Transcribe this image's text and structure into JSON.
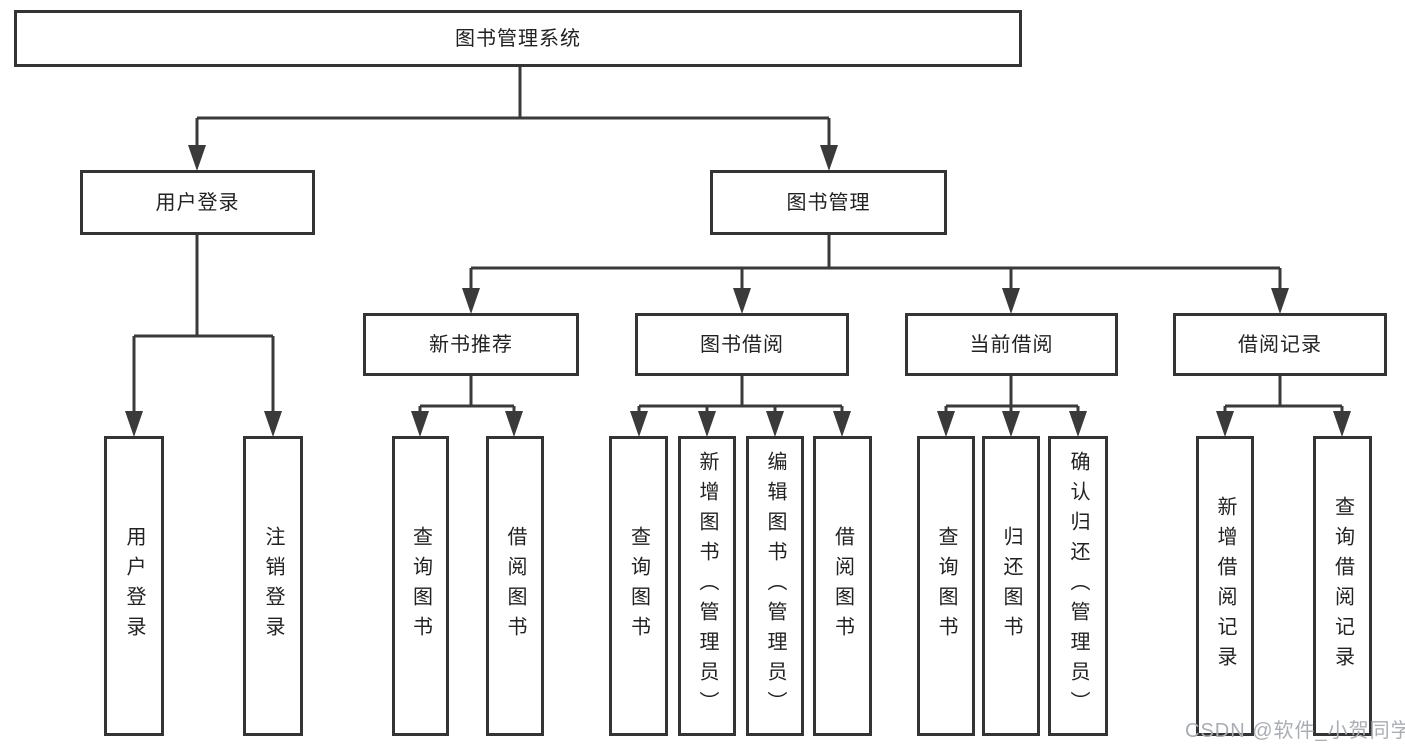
{
  "diagram": {
    "root": {
      "label": "图书管理系统"
    },
    "branches": [
      {
        "label": "用户登录",
        "children": [
          {
            "label": "用户登录"
          },
          {
            "label": "注销登录"
          }
        ]
      },
      {
        "label": "图书管理",
        "children": [
          {
            "label": "新书推荐",
            "children": [
              {
                "label": "查询图书"
              },
              {
                "label": "借阅图书"
              }
            ]
          },
          {
            "label": "图书借阅",
            "children": [
              {
                "label": "查询图书"
              },
              {
                "label": "新增图书（管理员）"
              },
              {
                "label": "编辑图书（管理员）"
              },
              {
                "label": "借阅图书"
              }
            ]
          },
          {
            "label": "当前借阅",
            "children": [
              {
                "label": "查询图书"
              },
              {
                "label": "归还图书"
              },
              {
                "label": "确认归还（管理员）"
              }
            ]
          },
          {
            "label": "借阅记录",
            "children": [
              {
                "label": "新增借阅记录"
              },
              {
                "label": "查询借阅记录"
              }
            ]
          }
        ]
      }
    ]
  },
  "watermark": {
    "text": "CSDN @软件_小贺同学"
  },
  "colors": {
    "background": "#ffffff",
    "line": "#3a3a3a",
    "box_border": "#343434",
    "text": "#222222",
    "watermark": "#a9aeb4"
  }
}
